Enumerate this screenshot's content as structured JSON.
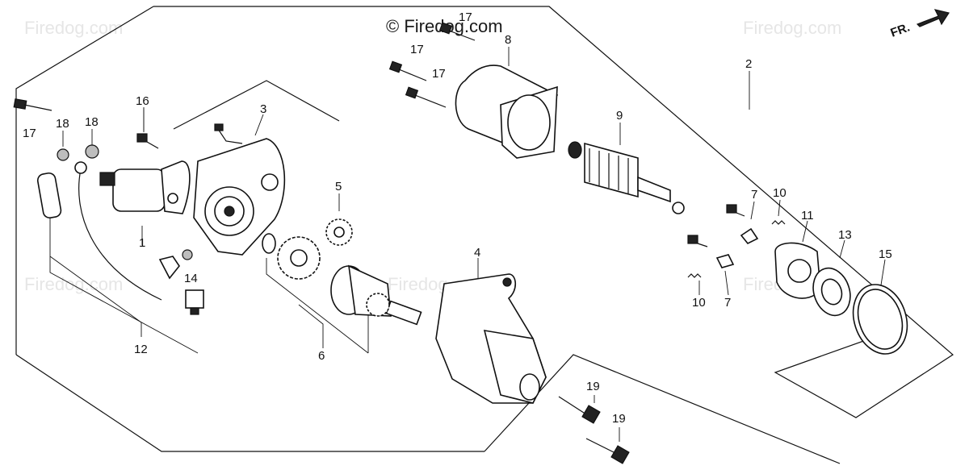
{
  "diagram": {
    "watermark": "Firedog.com",
    "watermark_main": "© Firedog.com",
    "orientation_label": "FR.",
    "callouts": {
      "p1": "1",
      "p2": "2",
      "p3": "3",
      "p4": "4",
      "p5": "5",
      "p6": "6",
      "p7a": "7",
      "p7b": "7",
      "p8": "8",
      "p9": "9",
      "p10a": "10",
      "p10b": "10",
      "p11": "11",
      "p12": "12",
      "p13": "13",
      "p14": "14",
      "p15": "15",
      "p16": "16",
      "p17a": "17",
      "p17b": "17",
      "p17c": "17",
      "p17d": "17",
      "p18a": "18",
      "p18b": "18",
      "p19a": "19",
      "p19b": "19"
    }
  }
}
